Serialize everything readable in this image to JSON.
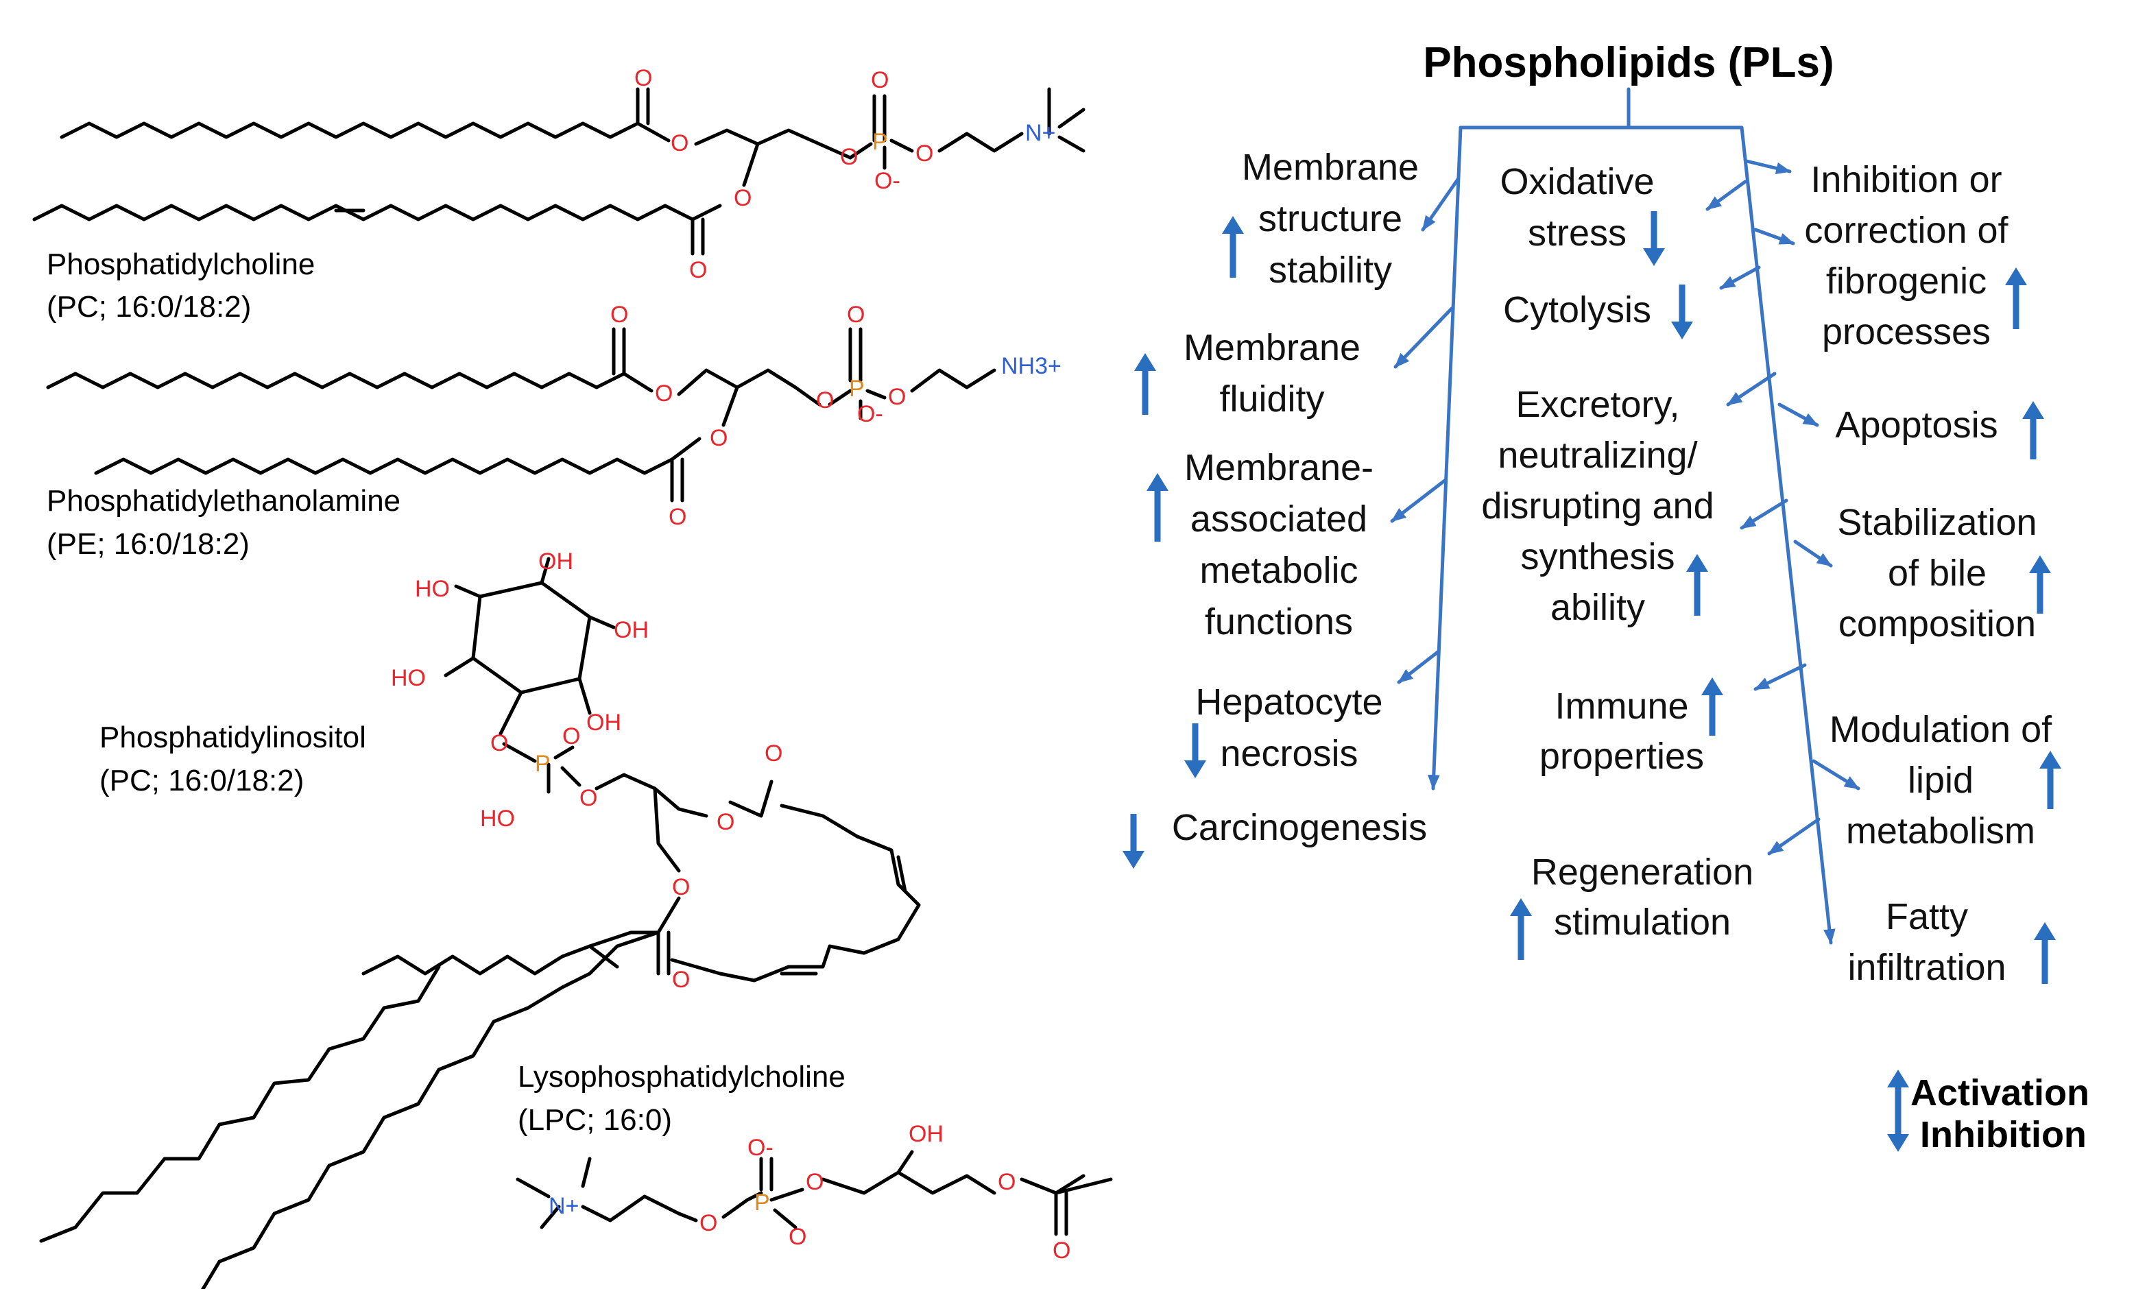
{
  "title": "Phospholipids (PLs)",
  "colors": {
    "oxygen": "#e8262b",
    "phosphorus": "#e08a1e",
    "nitrogen": "#2d5fd8",
    "flow": "#3a74c4",
    "arrow": "#2a6ec0"
  },
  "atoms": {
    "o": "O",
    "o_minus": "O-",
    "p": "P",
    "n_plus": "N+",
    "nh3_plus": "NH3+",
    "ho": "HO",
    "oh": "OH"
  },
  "molecules": [
    {
      "name": "Phosphatidylcholine",
      "composition": "(PC; 16:0/18:2)"
    },
    {
      "name": "Phosphatidylethanolamine",
      "composition": "(PE; 16:0/18:2)"
    },
    {
      "name": "Phosphatidylinositol",
      "composition": "(PC; 16:0/18:2)"
    },
    {
      "name": "Lysophosphatidylcholine",
      "composition": "(LPC; 16:0)"
    }
  ],
  "effects": {
    "left": [
      {
        "lines": [
          "Membrane",
          "structure",
          "stability"
        ],
        "direction": "up"
      },
      {
        "lines": [
          "Membrane",
          "fluidity"
        ],
        "direction": "up"
      },
      {
        "lines": [
          "Membrane-",
          "associated",
          "metabolic",
          "functions"
        ],
        "direction": "up"
      },
      {
        "lines": [
          "Hepatocyte",
          "necrosis"
        ],
        "direction": "down"
      },
      {
        "lines": [
          "Carcinogenesis"
        ],
        "direction": "down"
      }
    ],
    "middle": [
      {
        "lines": [
          "Oxidative",
          "stress"
        ],
        "direction": "down"
      },
      {
        "lines": [
          "Cytolysis"
        ],
        "direction": "down"
      },
      {
        "lines": [
          "Excretory,",
          "neutralizing/",
          "disrupting and",
          "synthesis",
          "ability"
        ],
        "direction": "up"
      },
      {
        "lines": [
          "Immune",
          "properties"
        ],
        "direction": "up"
      },
      {
        "lines": [
          "Regeneration",
          "stimulation"
        ],
        "direction": "up"
      }
    ],
    "right": [
      {
        "lines": [
          "Inhibition or",
          "correction of",
          "fibrogenic",
          "processes"
        ],
        "direction": "up"
      },
      {
        "lines": [
          "Apoptosis"
        ],
        "direction": "up"
      },
      {
        "lines": [
          "Stabilization",
          "of bile",
          "composition"
        ],
        "direction": "up"
      },
      {
        "lines": [
          "Modulation of",
          "lipid",
          "metabolism"
        ],
        "direction": "up"
      },
      {
        "lines": [
          "Fatty",
          "infiltration"
        ],
        "direction": "up"
      }
    ]
  },
  "legend": {
    "up_label": "Activation",
    "down_label": "Inhibition"
  }
}
